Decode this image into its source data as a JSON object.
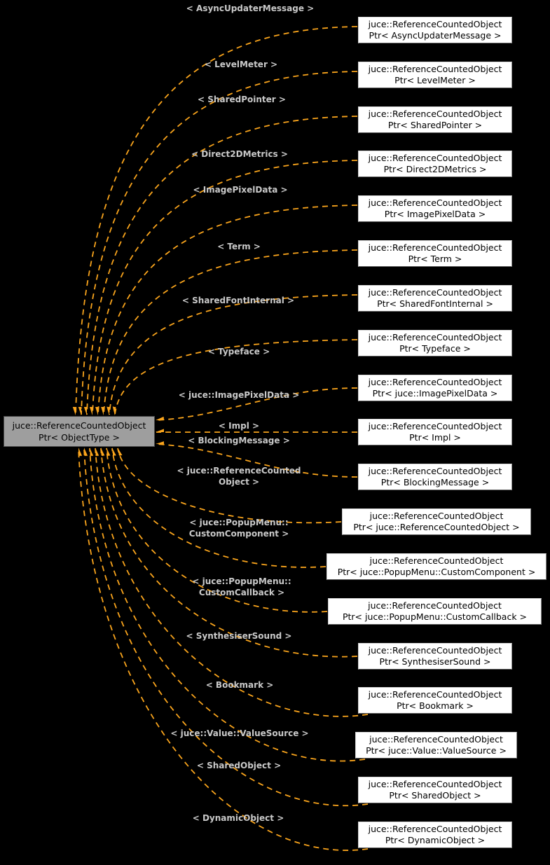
{
  "diagram": {
    "title": "juce::ReferenceCountedObjectPtr template instantiation graph",
    "colors": {
      "background": "#000000",
      "edge": "#f9a41c",
      "edge_label": "#c9c9c9",
      "node_fill": "#ffffff",
      "node_text": "#000000",
      "center_node_fill": "#9e9e9e",
      "center_node_border": "#4a4a4a"
    },
    "center_node": {
      "line1": "juce::ReferenceCountedObject",
      "line2": "Ptr< ObjectType >"
    },
    "nodes": [
      {
        "line1": "juce::ReferenceCountedObject",
        "line2": "Ptr< AsyncUpdaterMessage >",
        "edge_label": "< AsyncUpdaterMessage >"
      },
      {
        "line1": "juce::ReferenceCountedObject",
        "line2": "Ptr< LevelMeter >",
        "edge_label": "< LevelMeter >"
      },
      {
        "line1": "juce::ReferenceCountedObject",
        "line2": "Ptr< SharedPointer >",
        "edge_label": "< SharedPointer >"
      },
      {
        "line1": "juce::ReferenceCountedObject",
        "line2": "Ptr< Direct2DMetrics >",
        "edge_label": "< Direct2DMetrics >"
      },
      {
        "line1": "juce::ReferenceCountedObject",
        "line2": "Ptr< ImagePixelData >",
        "edge_label": "< ImagePixelData >"
      },
      {
        "line1": "juce::ReferenceCountedObject",
        "line2": "Ptr< Term >",
        "edge_label": "< Term >"
      },
      {
        "line1": "juce::ReferenceCountedObject",
        "line2": "Ptr< SharedFontInternal >",
        "edge_label": "< SharedFontInternal >"
      },
      {
        "line1": "juce::ReferenceCountedObject",
        "line2": "Ptr< Typeface >",
        "edge_label": "< Typeface >"
      },
      {
        "line1": "juce::ReferenceCountedObject",
        "line2": "Ptr< juce::ImagePixelData >",
        "edge_label": "< juce::ImagePixelData >"
      },
      {
        "line1": "juce::ReferenceCountedObject",
        "line2": "Ptr< Impl >",
        "edge_label": "< Impl >"
      },
      {
        "line1": "juce::ReferenceCountedObject",
        "line2": "Ptr< BlockingMessage >",
        "edge_label": "< BlockingMessage >"
      },
      {
        "line1": "juce::ReferenceCountedObject",
        "line2": "Ptr< juce::ReferenceCountedObject >",
        "edge_label": "< juce::ReferenceCounted\nObject >"
      },
      {
        "line1": "juce::ReferenceCountedObject",
        "line2": "Ptr< juce::PopupMenu::CustomComponent >",
        "edge_label": "< juce::PopupMenu::\nCustomComponent >"
      },
      {
        "line1": "juce::ReferenceCountedObject",
        "line2": "Ptr< juce::PopupMenu::CustomCallback >",
        "edge_label": "< juce::PopupMenu::\nCustomCallback >"
      },
      {
        "line1": "juce::ReferenceCountedObject",
        "line2": "Ptr< SynthesiserSound >",
        "edge_label": "< SynthesiserSound >"
      },
      {
        "line1": "juce::ReferenceCountedObject",
        "line2": "Ptr< Bookmark >",
        "edge_label": "< Bookmark >"
      },
      {
        "line1": "juce::ReferenceCountedObject",
        "line2": "Ptr< juce::Value::ValueSource >",
        "edge_label": "< juce::Value::ValueSource >"
      },
      {
        "line1": "juce::ReferenceCountedObject",
        "line2": "Ptr< SharedObject >",
        "edge_label": "< SharedObject >"
      },
      {
        "line1": "juce::ReferenceCountedObject",
        "line2": "Ptr< DynamicObject >",
        "edge_label": "< DynamicObject >"
      }
    ]
  }
}
